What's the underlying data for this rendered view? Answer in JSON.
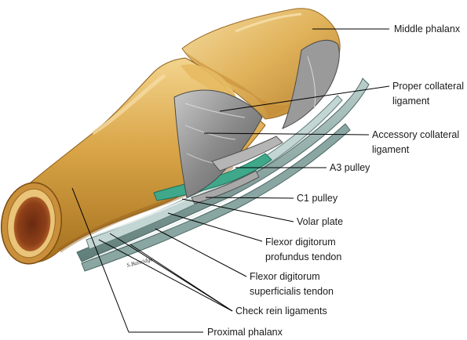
{
  "labels": {
    "middle_phalanx": "Middle phalanx",
    "proper_collateral_ligament": [
      "Proper collateral",
      "ligament"
    ],
    "accessory_collateral_ligament": [
      "Accessory collateral",
      "ligament"
    ],
    "a3_pulley": "A3 pulley",
    "c1_pulley": "C1 pulley",
    "volar_plate": "Volar plate",
    "fdp_tendon": [
      "Flexor digitorum",
      "profundus tendon"
    ],
    "fds_tendon": [
      "Flexor digitorum",
      "superficialis tendon"
    ],
    "check_rein_ligaments": "Check rein ligaments",
    "proximal_phalanx": "Proximal phalanx"
  },
  "signature": "S.Baltridge",
  "colors": {
    "bone": "#d9a547",
    "bone_shadow": "#b07a22",
    "bone_light": "#f0cf84",
    "ligament": "#8f8f8f",
    "tendon": "#7e9a96",
    "volar_plate": "#3fa88a"
  }
}
